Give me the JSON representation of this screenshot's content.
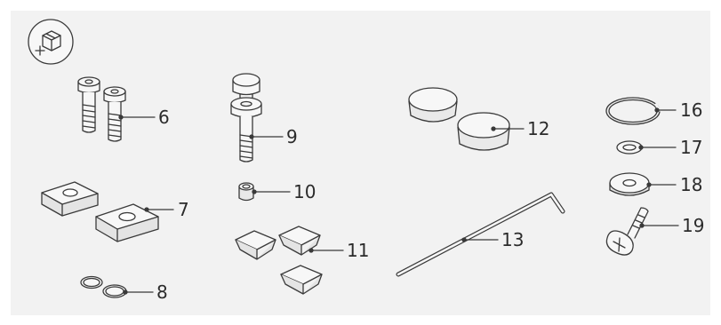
{
  "badge_icon": "box-with-plus-icon",
  "colors": {
    "panel": "#f2f2f2",
    "stroke": "#3a3a3a",
    "part_fill": "#f7f7f7",
    "part_shade": "#d4d4d4",
    "text": "#2b2b2b"
  },
  "callouts": {
    "p6": "6",
    "p7": "7",
    "p8": "8",
    "p9": "9",
    "p10": "10",
    "p11": "11",
    "p12": "12",
    "p13": "13",
    "p16": "16",
    "p17": "17",
    "p18": "18",
    "p19": "19"
  }
}
